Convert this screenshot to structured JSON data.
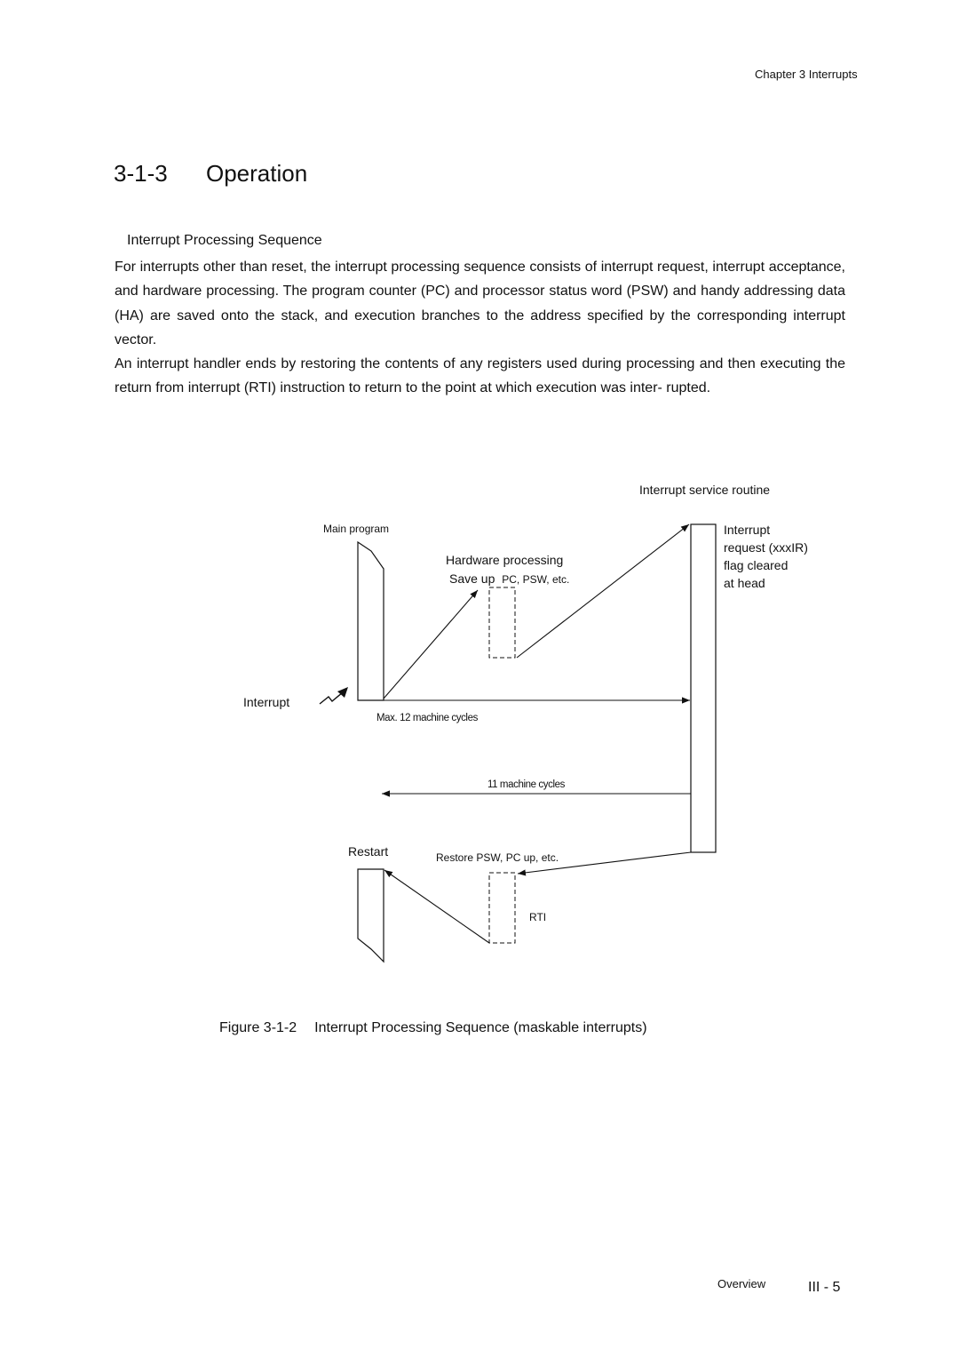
{
  "header": {
    "running_head": "Chapter 3    Interrupts"
  },
  "section": {
    "number": "3-1-3",
    "title": "Operation"
  },
  "subheading": "Interrupt Processing Sequence",
  "paragraphs": [
    "For interrupts other than reset, the interrupt processing sequence consists of interrupt request, interrupt acceptance, and hardware processing. The program counter (PC) and processor status word (PSW) and handy addressing data (HA) are saved onto the stack, and execution branches to the address specified by the corresponding interrupt vector.",
    "An interrupt handler ends by restoring the contents of any registers used during processing and then executing the return from interrupt (RTI) instruction to return to the point at which execution was inter- rupted."
  ],
  "diagram": {
    "isr_title": "Interrupt service routine",
    "main_program": "Main program",
    "hw_processing": "Hardware processing",
    "save_up": "Save up",
    "save_up_regs": "PC, PSW, etc.",
    "isr_note": [
      "Interrupt",
      "request (xxxIR)",
      "flag cleared",
      "at head"
    ],
    "interrupt": "Interrupt",
    "max_cycles": "Max. 12 machine cycles",
    "cycles_11": "11 machine cycles",
    "restart": "Restart",
    "restore": "Restore PSW, PC up, etc.",
    "rti": "RTI"
  },
  "figure": {
    "number": "Figure 3-1-2",
    "caption": "Interrupt Processing Sequence (maskable interrupts)"
  },
  "footer": {
    "label": "Overview",
    "page": "III - 5"
  }
}
